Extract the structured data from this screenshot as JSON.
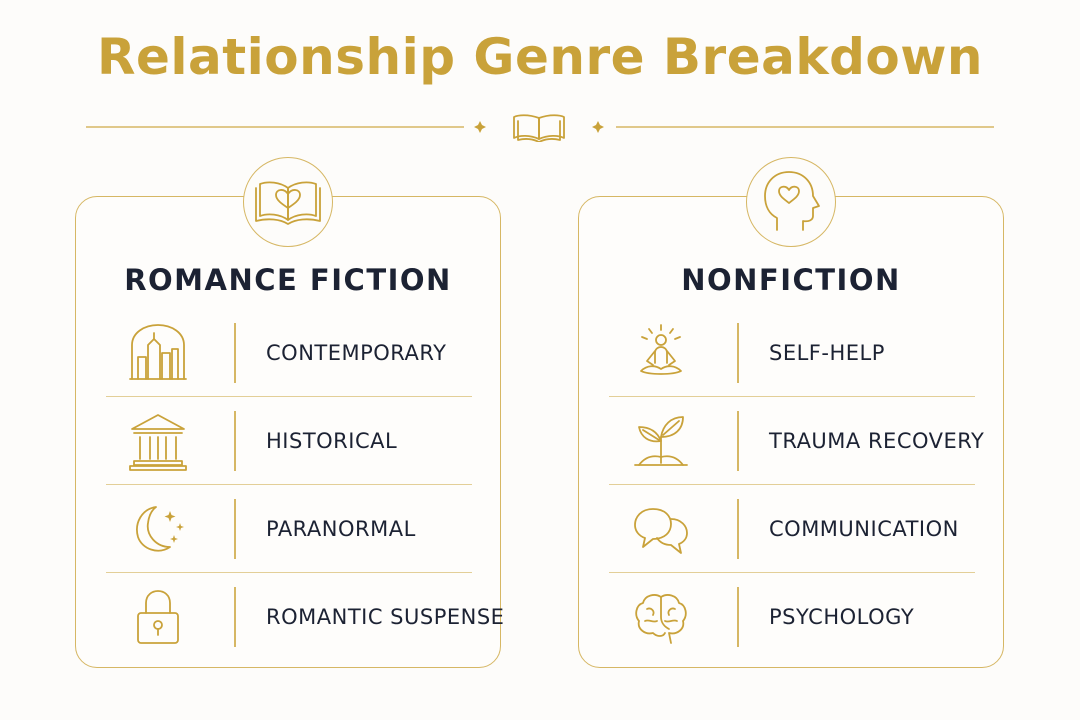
{
  "title": "Relationship Genre Breakdown",
  "colors": {
    "accent": "#c9a23a",
    "text": "#1c2233"
  },
  "divider": {
    "icon": "open-book-icon"
  },
  "columns": [
    {
      "title": "ROMANCE FICTION",
      "badge_icon": "heart-book-icon",
      "items": [
        {
          "label": "CONTEMPORARY",
          "icon": "city-skyline-icon"
        },
        {
          "label": "HISTORICAL",
          "icon": "classical-building-icon"
        },
        {
          "label": "PARANORMAL",
          "icon": "moon-stars-icon"
        },
        {
          "label": "ROMANTIC SUSPENSE",
          "icon": "padlock-icon"
        }
      ]
    },
    {
      "title": "NONFICTION",
      "badge_icon": "head-heart-icon",
      "items": [
        {
          "label": "SELF-HELP",
          "icon": "meditation-icon"
        },
        {
          "label": "TRAUMA RECOVERY",
          "icon": "sprout-icon"
        },
        {
          "label": "COMMUNICATION",
          "icon": "speech-bubbles-icon"
        },
        {
          "label": "PSYCHOLOGY",
          "icon": "brain-icon"
        }
      ]
    }
  ]
}
